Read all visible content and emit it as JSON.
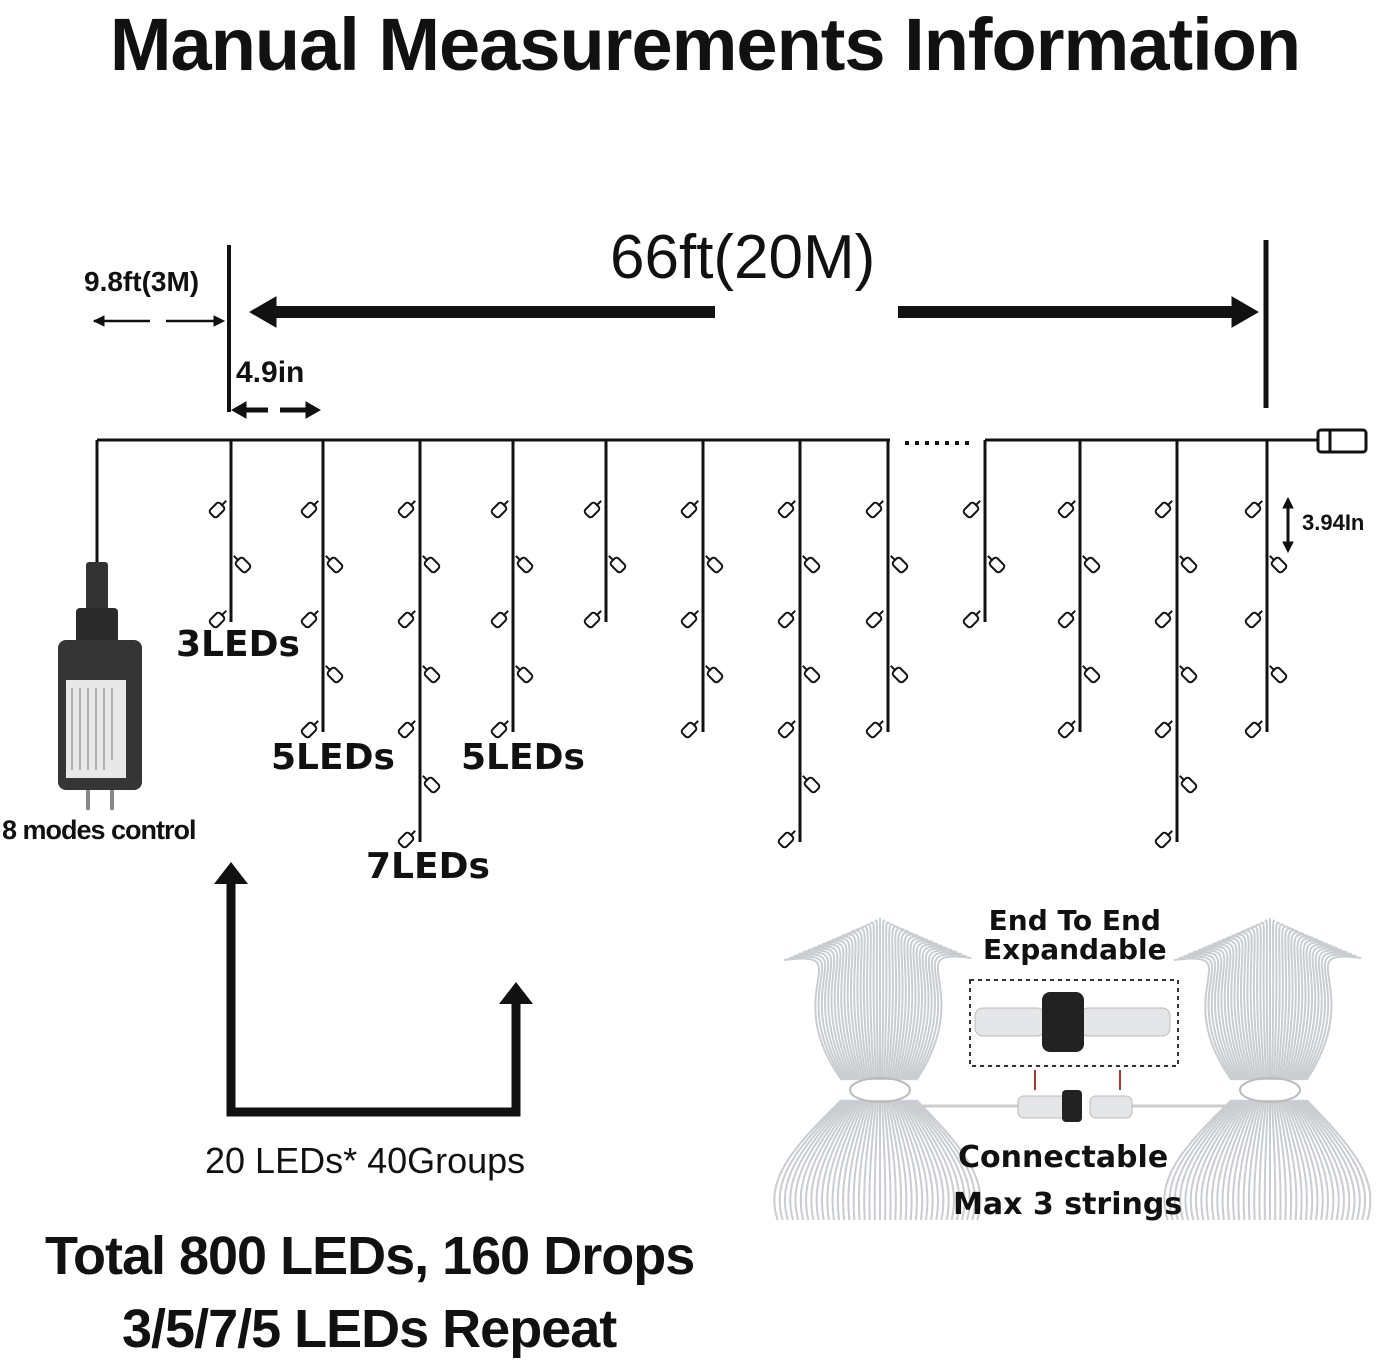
{
  "title": "Manual Measurements Information",
  "dimensions": {
    "total_length": "66ft(20M)",
    "lead_wire": "9.8ft(3M)",
    "drop_spacing": "4.9in",
    "led_spacing": "3.94In"
  },
  "drop_labels": {
    "three": "3LEDs",
    "five_a": "5LEDs",
    "five_b": "5LEDs",
    "seven": "7LEDs"
  },
  "drop_pattern": [
    3,
    5,
    7,
    5,
    3,
    5,
    7,
    5,
    3,
    5,
    7,
    5
  ],
  "controller_label": "8 modes control",
  "groups_label": "20 LEDs* 40Groups",
  "summary": {
    "line1": "Total 800 LEDs, 160 Drops",
    "line2": "3/5/7/5 LEDs Repeat"
  },
  "expand": {
    "line1": "End To End",
    "line2": "Expandable",
    "connectable": "Connectable",
    "max": "Max 3 strings"
  }
}
